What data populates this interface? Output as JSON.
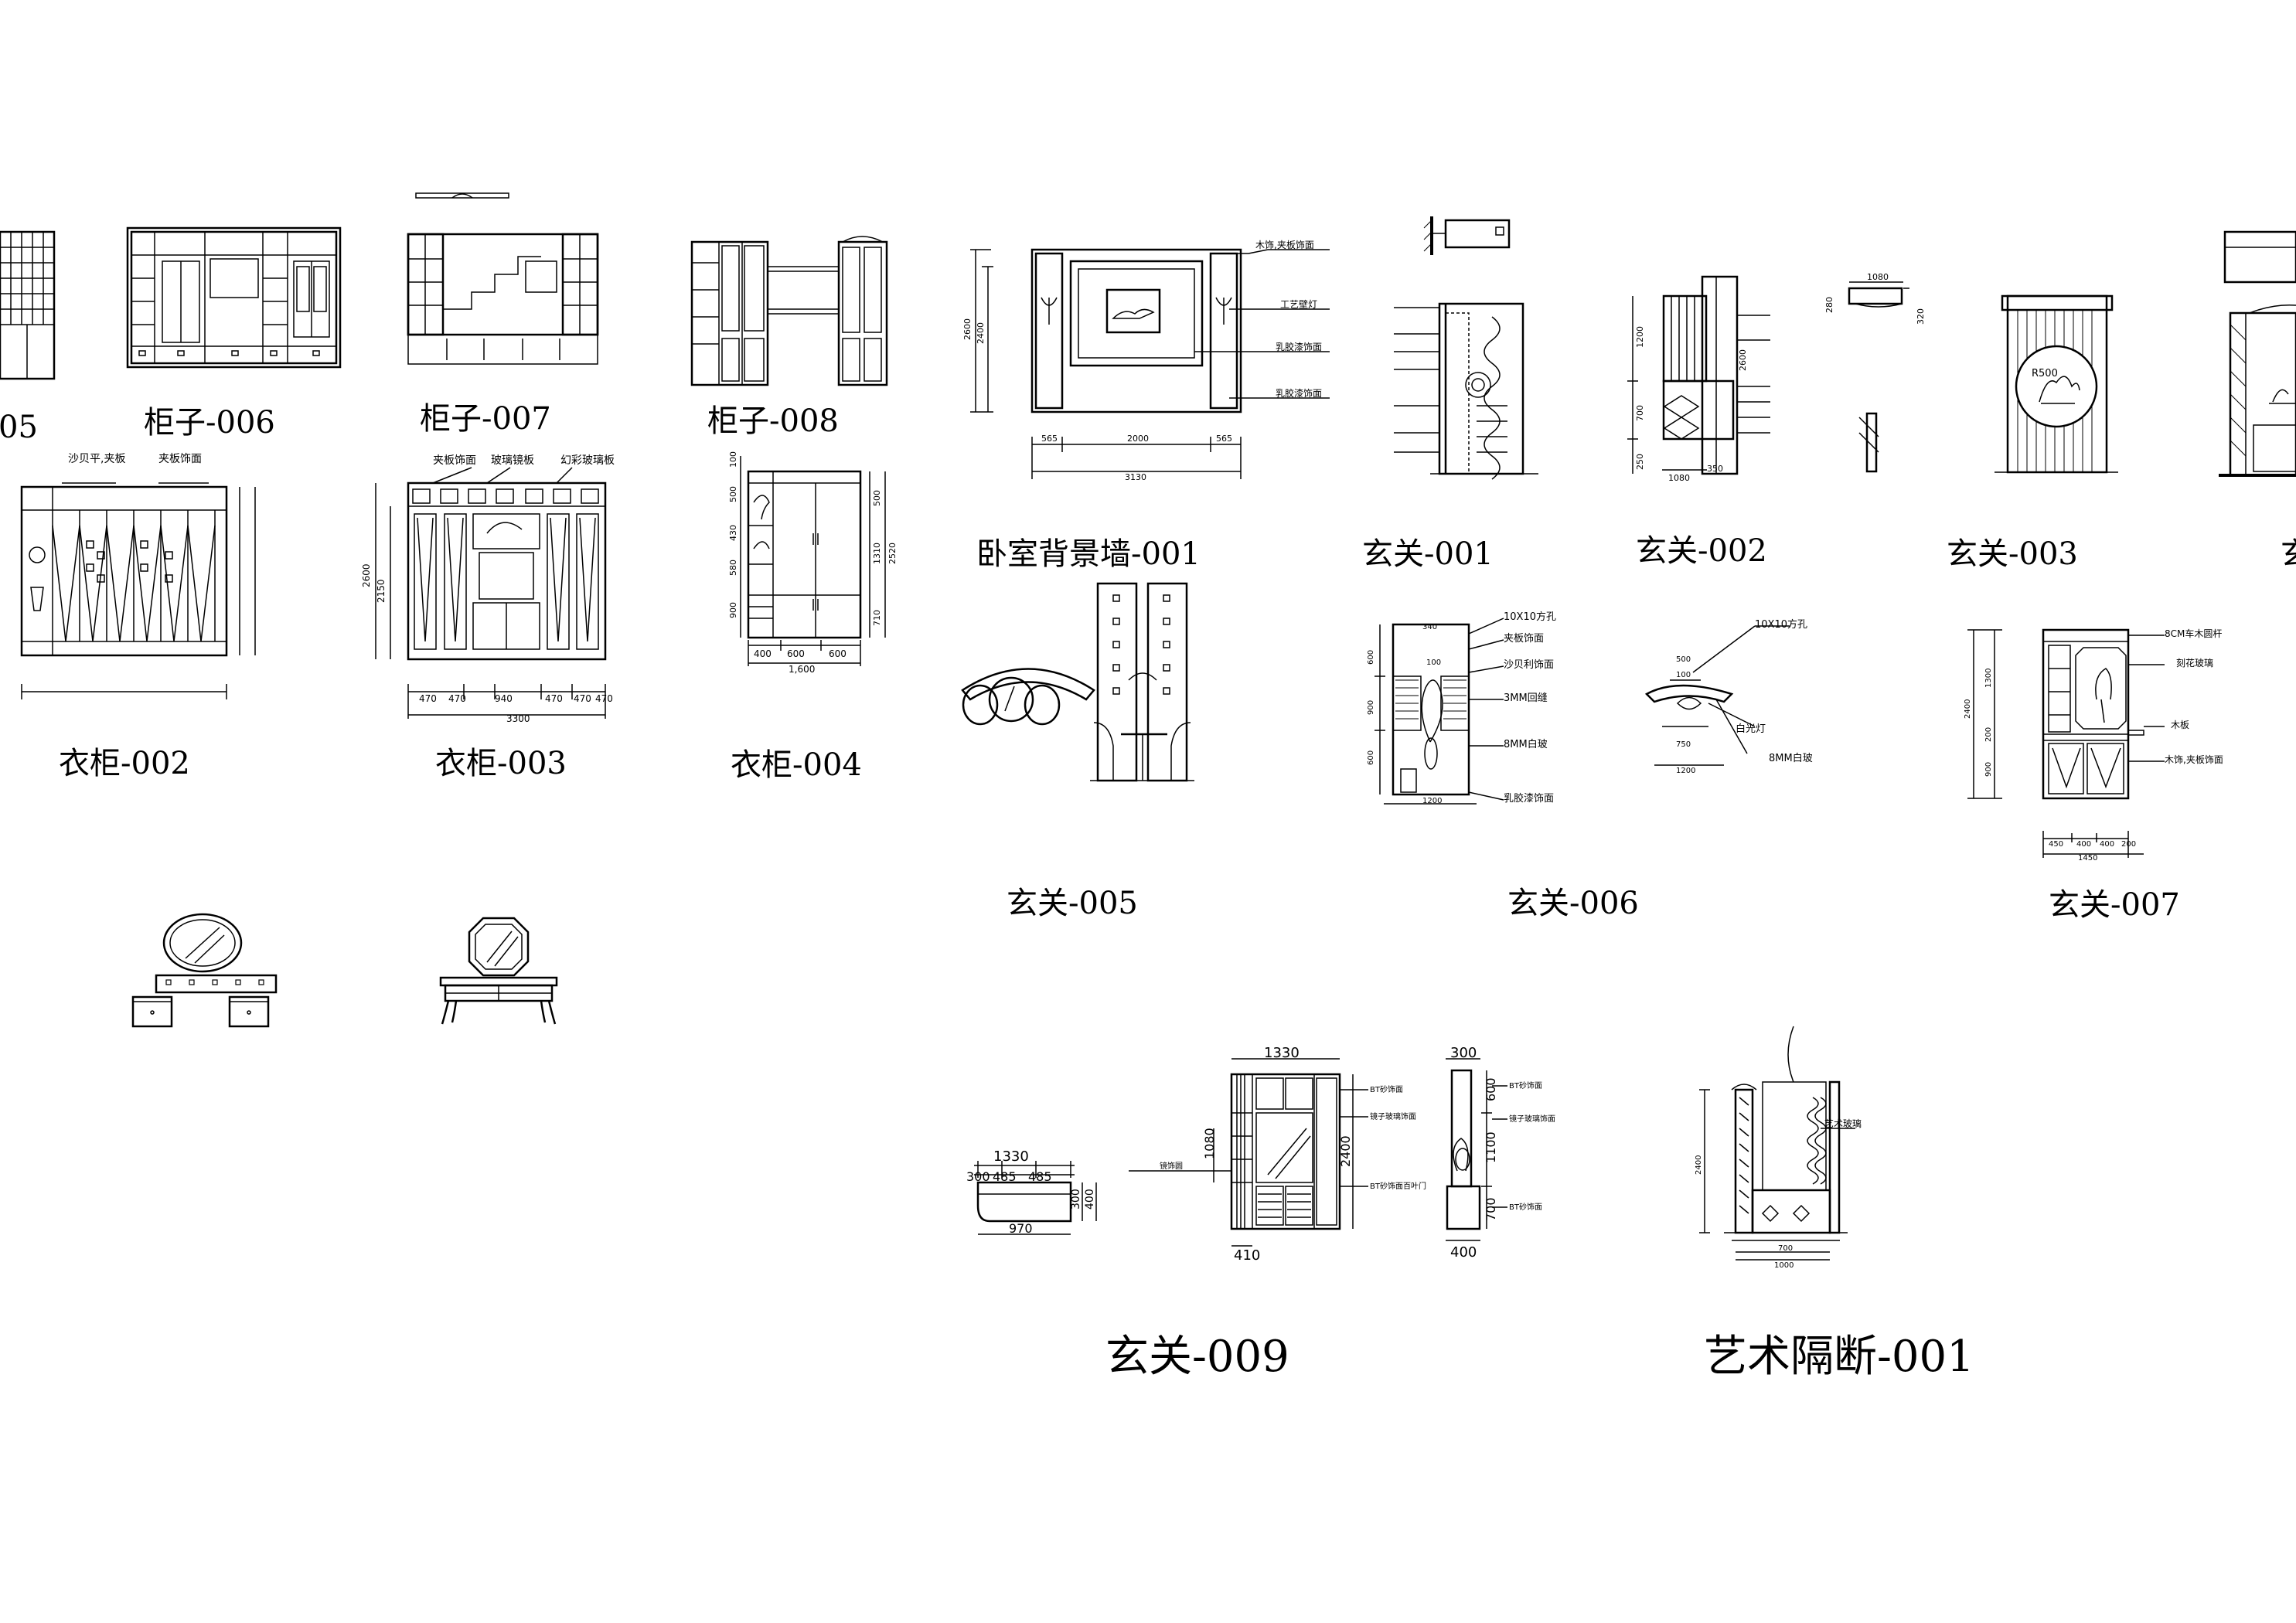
{
  "captions": [
    {
      "id": "cap-005-partial",
      "text": "05"
    },
    {
      "id": "cap-cabinet-006",
      "text": "柜子-006"
    },
    {
      "id": "cap-cabinet-007",
      "text": "柜子-007"
    },
    {
      "id": "cap-cabinet-008",
      "text": "柜子-008"
    },
    {
      "id": "cap-bedroom-wall-001",
      "text": "卧室背景墙-001"
    },
    {
      "id": "cap-foyer-001",
      "text": "玄关-001"
    },
    {
      "id": "cap-foyer-002",
      "text": "玄关-002"
    },
    {
      "id": "cap-foyer-003",
      "text": "玄关-003"
    },
    {
      "id": "cap-foyer-004-partial",
      "text": "玄"
    },
    {
      "id": "cap-wardrobe-002",
      "text": "衣柜-002"
    },
    {
      "id": "cap-wardrobe-003",
      "text": "衣柜-003"
    },
    {
      "id": "cap-wardrobe-004",
      "text": "衣柜-004"
    },
    {
      "id": "cap-foyer-005",
      "text": "玄关-005"
    },
    {
      "id": "cap-foyer-006",
      "text": "玄关-006"
    },
    {
      "id": "cap-foyer-007",
      "text": "玄关-007"
    },
    {
      "id": "cap-foyer-009",
      "text": "玄关-009"
    },
    {
      "id": "cap-art-partition-001",
      "text": "艺术隔断-001"
    }
  ],
  "annotations": {
    "w002": [
      "沙贝平,夹板",
      "夹板饰面"
    ],
    "w003": [
      "夹板饰面",
      "玻璃镜板",
      "幻彩玻璃板",
      "2600",
      "2150",
      "470",
      "470",
      "940",
      "470",
      "470",
      "470",
      "3300"
    ],
    "w004": [
      "400",
      "600",
      "600",
      "1,600",
      "100",
      "500",
      "430",
      "580",
      "900",
      "500",
      "1310",
      "2520",
      "710"
    ],
    "bw001": [
      "木饰,夹板饰面",
      "工艺壁灯",
      "乳胶漆饰面",
      "乳胶漆饰面",
      "2600",
      "2400",
      "565",
      "2000",
      "565",
      "3130"
    ],
    "f002": [
      "1200",
      "700",
      "250",
      "1080",
      "350",
      "2600",
      "1080",
      "280",
      "320"
    ],
    "f003": [
      "R500"
    ],
    "f006": [
      "10X10方孔",
      "夹板饰面",
      "沙贝利饰面",
      "3MM回缝",
      "8MM白玻",
      "乳胶漆饰面",
      "600",
      "900",
      "600",
      "340",
      "100",
      "1200",
      "10X10方孔",
      "白光灯",
      "8MM白玻",
      "500",
      "100",
      "750",
      "1200"
    ],
    "f007": [
      "8CM车木圆杆",
      "刻花玻璃",
      "木板",
      "木饰,夹板饰面",
      "1300",
      "200",
      "900",
      "2400",
      "450",
      "400",
      "400",
      "200",
      "1450"
    ],
    "f009": [
      "1330",
      "300",
      "485",
      "485",
      "300",
      "400",
      "970",
      "1330",
      "1080",
      "2400",
      "410",
      "BT砂饰面",
      "镜子玻璃饰面",
      "镜饰圆",
      "BT砂饰面百叶门",
      "300",
      "600",
      "1100",
      "700",
      "400",
      "BT砂饰面",
      "镜子玻璃饰面",
      "BT砂饰面"
    ],
    "ap001": [
      "2400",
      "艺术玻璃",
      "700",
      "1000"
    ]
  }
}
